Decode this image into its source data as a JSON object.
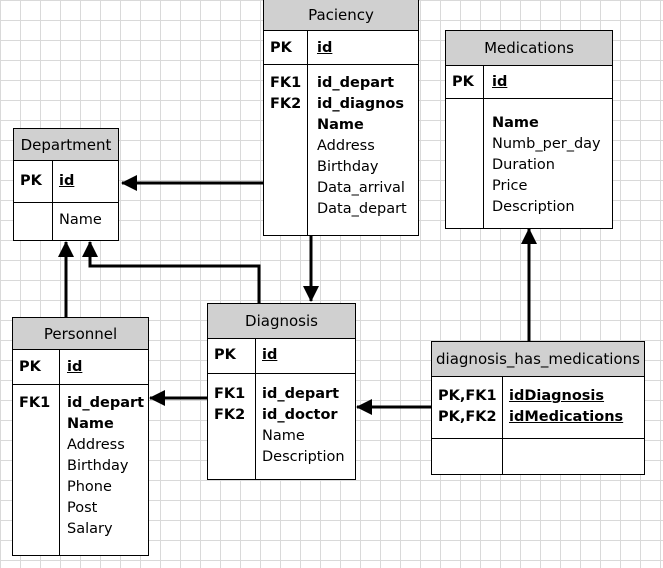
{
  "tables": {
    "paciency": {
      "title": "Paciency",
      "pk_key": "PK",
      "pk_field": "id",
      "keys": [
        "FK1",
        "FK2"
      ],
      "fields": [
        "id_depart",
        "id_diagnos",
        "Name",
        "Address",
        "Birthday",
        "Data_arrival",
        "Data_depart"
      ]
    },
    "medications": {
      "title": "Medications",
      "pk_key": "PK",
      "pk_field": "id",
      "fields": [
        "Name",
        "Numb_per_day",
        "Duration",
        "Price",
        "Description"
      ]
    },
    "department": {
      "title": "Department",
      "pk_key": "PK",
      "pk_field": "id",
      "fields": [
        "Name"
      ]
    },
    "personnel": {
      "title": "Personnel",
      "pk_key": "PK",
      "pk_field": "id",
      "keys": [
        "FK1"
      ],
      "fields": [
        "id_depart",
        "Name",
        "Address",
        "Birthday",
        "Phone",
        "Post",
        "Salary"
      ]
    },
    "diagnosis": {
      "title": "Diagnosis",
      "pk_key": "PK",
      "pk_field": "id",
      "keys": [
        "FK1",
        "FK2"
      ],
      "fields": [
        "id_depart",
        "id_doctor",
        "Name",
        "Description"
      ]
    },
    "diagnosis_has_medications": {
      "title": "diagnosis_has_medications",
      "keys": [
        "PK,FK1",
        "PK,FK2"
      ],
      "fields": [
        "idDiagnosis",
        "idMedications"
      ]
    }
  }
}
